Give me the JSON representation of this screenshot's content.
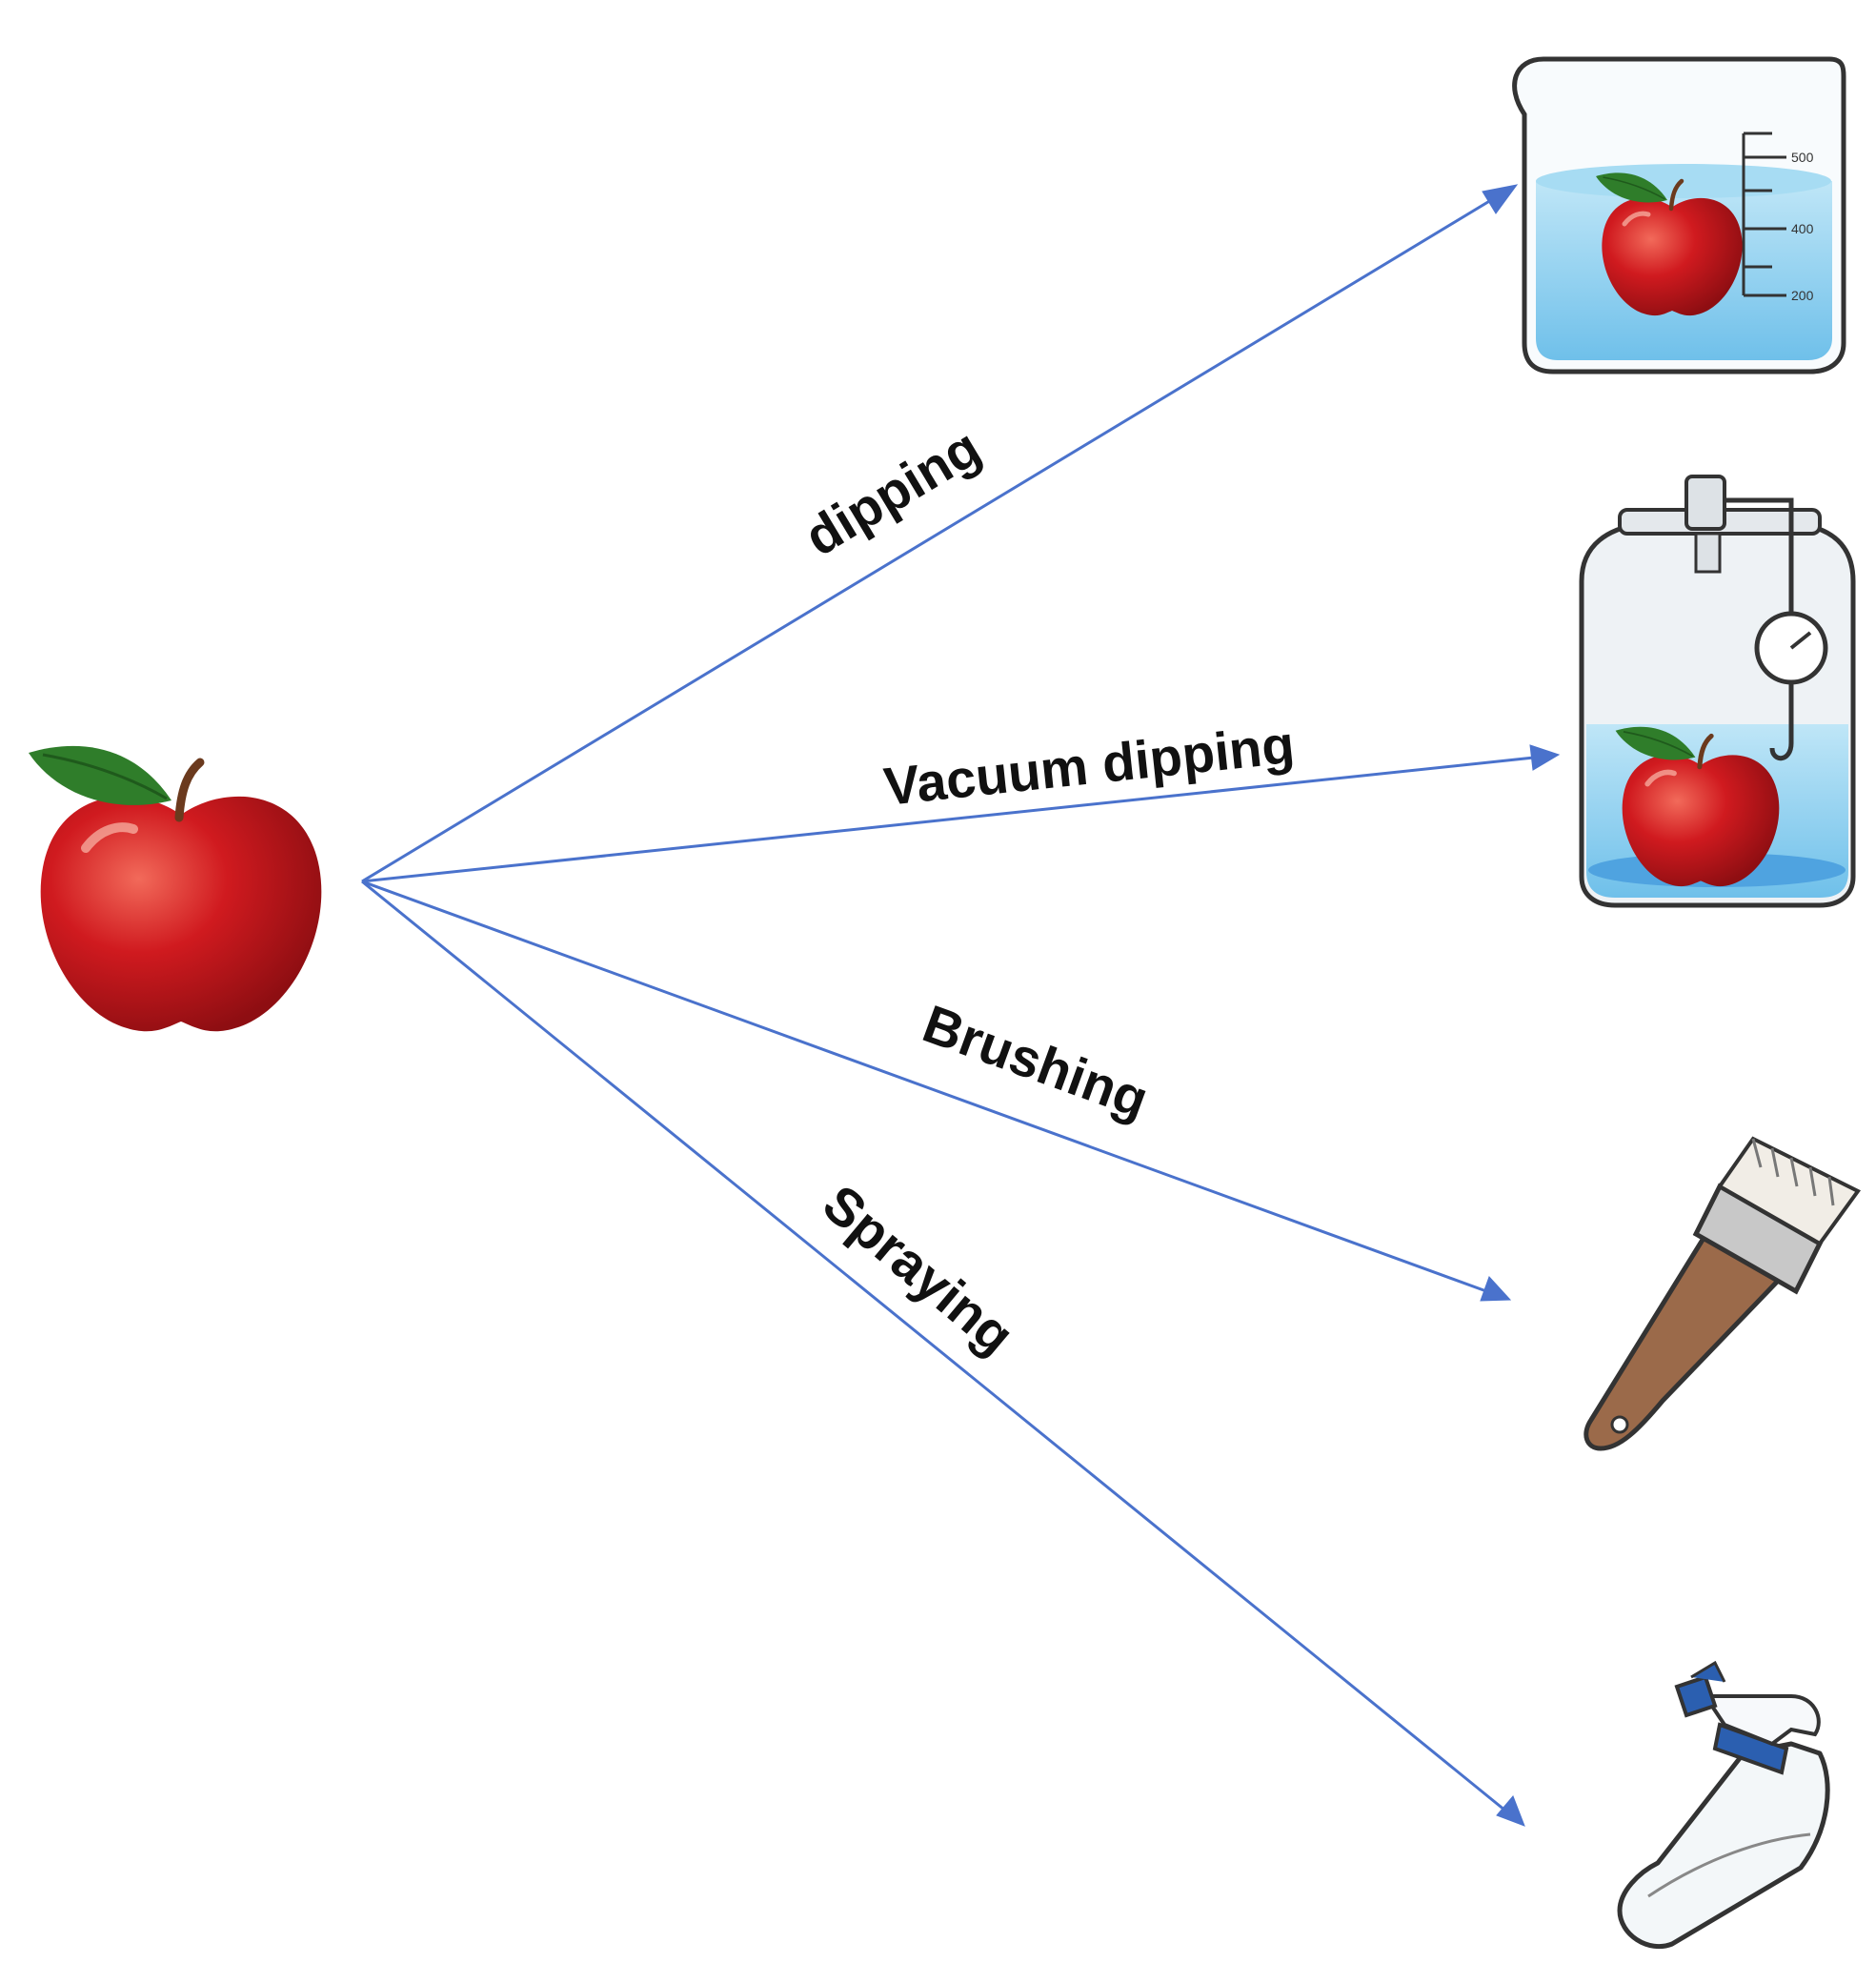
{
  "diagram": {
    "source": {
      "name": "apple"
    },
    "methods": [
      {
        "id": "dipping",
        "label": "dipping",
        "target": "beaker"
      },
      {
        "id": "vacuum",
        "label": "Vacuum dipping",
        "target": "vacuum-jar"
      },
      {
        "id": "brushing",
        "label": "Brushing",
        "target": "paint-brush"
      },
      {
        "id": "spraying",
        "label": "Spraying",
        "target": "spray-bottle"
      }
    ],
    "beaker_marks": [
      "500",
      "400",
      "200"
    ],
    "colors": {
      "arrow": "#4a72cc",
      "apple_red": "#d01a1f",
      "leaf_green": "#2f7d2a",
      "water_blue": "#8fd0ef",
      "brush_wood": "#9b6a4a",
      "spray_cap": "#2b5fb0"
    }
  }
}
